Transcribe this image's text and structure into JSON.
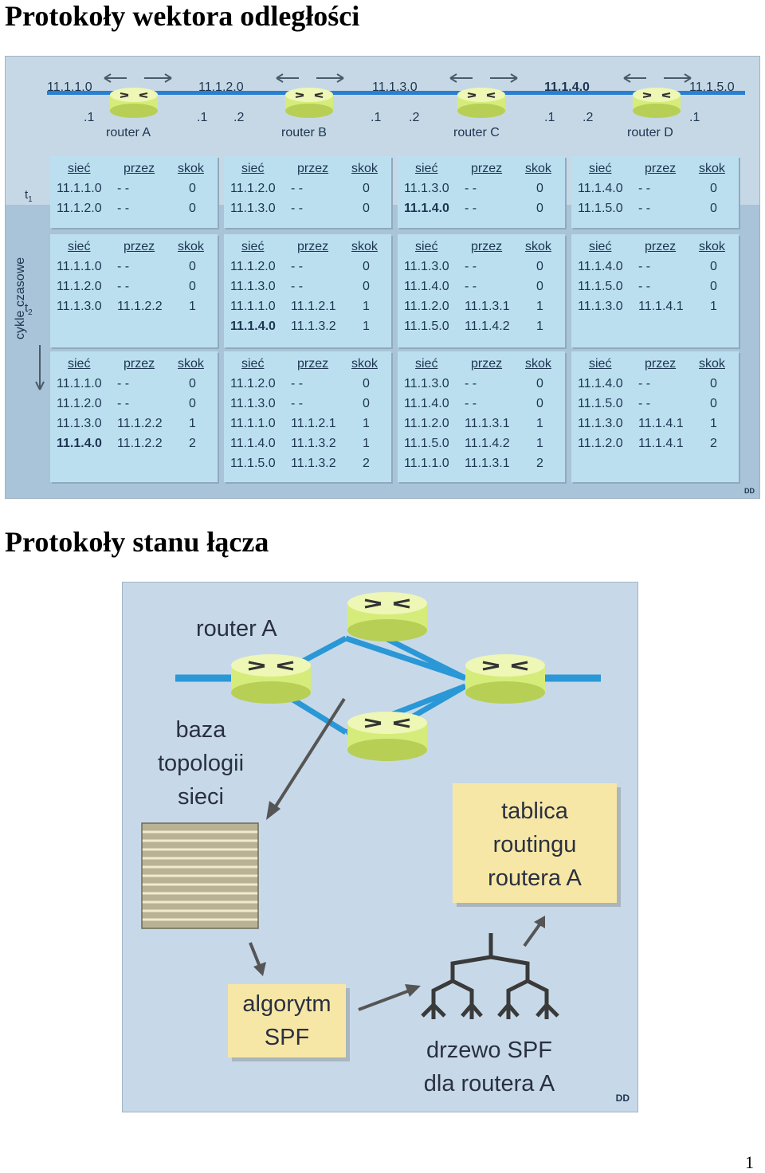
{
  "heading1": "Protokoły wektora odległości",
  "heading2": "Protokoły stanu łącza",
  "page_number": "1",
  "fig1": {
    "networks": [
      "11.1.1.0",
      "11.1.2.0",
      "11.1.3.0",
      "11.1.4.0",
      "11.1.5.0"
    ],
    "routers": [
      "router A",
      "router B",
      "router C",
      "router D"
    ],
    "interfaces": [
      ".1",
      ".1",
      ".2",
      ".1",
      ".2",
      ".1",
      ".2",
      ".1"
    ],
    "headers": [
      "sieć",
      "przez",
      "skok"
    ],
    "time_label": "cykle czasowe",
    "t1": "t",
    "t1_sub": "1",
    "t2": "t",
    "t2_sub": "2",
    "signature": "DD",
    "rows": [
      {
        "tables": [
          [
            [
              "11.1.1.0",
              "- -",
              "0"
            ],
            [
              "11.1.2.0",
              "- -",
              "0"
            ]
          ],
          [
            [
              "11.1.2.0",
              "- -",
              "0"
            ],
            [
              "11.1.3.0",
              "- -",
              "0"
            ]
          ],
          [
            [
              "11.1.3.0",
              "- -",
              "0"
            ],
            [
              "11.1.4.0",
              "- -",
              "0"
            ]
          ],
          [
            [
              "11.1.4.0",
              "- -",
              "0"
            ],
            [
              "11.1.5.0",
              "- -",
              "0"
            ]
          ]
        ]
      },
      {
        "tables": [
          [
            [
              "11.1.1.0",
              "- -",
              "0"
            ],
            [
              "11.1.2.0",
              "- -",
              "0"
            ],
            [
              "11.1.3.0",
              "11.1.2.2",
              "1"
            ]
          ],
          [
            [
              "11.1.2.0",
              "- -",
              "0"
            ],
            [
              "11.1.3.0",
              "- -",
              "0"
            ],
            [
              "11.1.1.0",
              "11.1.2.1",
              "1"
            ],
            [
              "11.1.4.0",
              "11.1.3.2",
              "1"
            ]
          ],
          [
            [
              "11.1.3.0",
              "- -",
              "0"
            ],
            [
              "11.1.4.0",
              "- -",
              "0"
            ],
            [
              "11.1.2.0",
              "11.1.3.1",
              "1"
            ],
            [
              "11.1.5.0",
              "11.1.4.2",
              "1"
            ]
          ],
          [
            [
              "11.1.4.0",
              "- -",
              "0"
            ],
            [
              "11.1.5.0",
              "- -",
              "0"
            ],
            [
              "11.1.3.0",
              "11.1.4.1",
              "1"
            ]
          ]
        ]
      },
      {
        "tables": [
          [
            [
              "11.1.1.0",
              "- -",
              "0"
            ],
            [
              "11.1.2.0",
              "- -",
              "0"
            ],
            [
              "11.1.3.0",
              "11.1.2.2",
              "1"
            ],
            [
              "11.1.4.0",
              "11.1.2.2",
              "2"
            ]
          ],
          [
            [
              "11.1.2.0",
              "- -",
              "0"
            ],
            [
              "11.1.3.0",
              "- -",
              "0"
            ],
            [
              "11.1.1.0",
              "11.1.2.1",
              "1"
            ],
            [
              "11.1.4.0",
              "11.1.3.2",
              "1"
            ],
            [
              "11.1.5.0",
              "11.1.3.2",
              "2"
            ]
          ],
          [
            [
              "11.1.3.0",
              "- -",
              "0"
            ],
            [
              "11.1.4.0",
              "- -",
              "0"
            ],
            [
              "11.1.2.0",
              "11.1.3.1",
              "1"
            ],
            [
              "11.1.5.0",
              "11.1.4.2",
              "1"
            ],
            [
              "11.1.1.0",
              "11.1.3.1",
              "2"
            ]
          ],
          [
            [
              "11.1.4.0",
              "- -",
              "0"
            ],
            [
              "11.1.5.0",
              "- -",
              "0"
            ],
            [
              "11.1.3.0",
              "11.1.4.1",
              "1"
            ],
            [
              "11.1.2.0",
              "11.1.4.1",
              "2"
            ]
          ]
        ]
      }
    ]
  },
  "fig2": {
    "router_label": "router A",
    "db_label_1": "baza",
    "db_label_2": "topologii",
    "db_label_3": "sieci",
    "table_label_1": "tablica",
    "table_label_2": "routingu",
    "table_label_3": "routera A",
    "algo_label_1": "algorytm",
    "algo_label_2": "SPF",
    "tree_label_1": "drzewo SPF",
    "tree_label_2": "dla routera A",
    "signature": "DD"
  }
}
